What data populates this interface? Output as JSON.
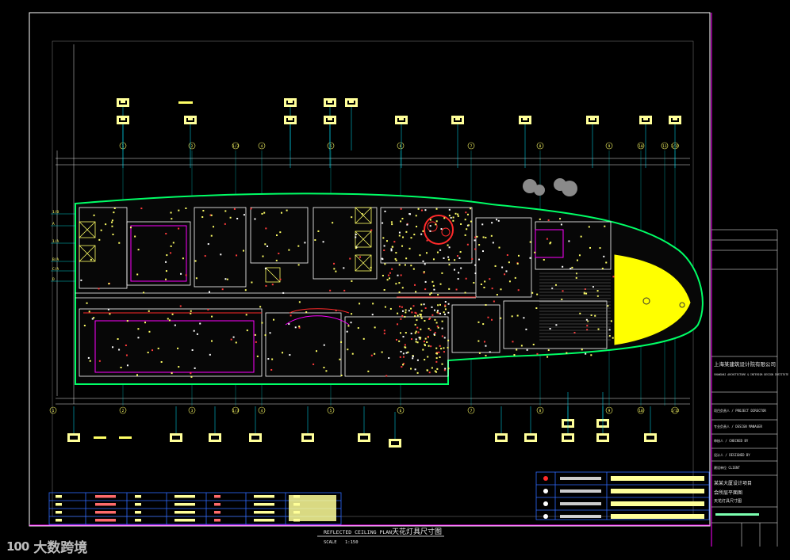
{
  "drawing": {
    "title_en": "REFLECTED CEILING PLAN",
    "title_cn": "天花灯具尺寸图",
    "scale_label": "SCALE",
    "scale_value": "1:150"
  },
  "grid_labels_top": [
    "1",
    "2",
    "1/3",
    "4",
    "5",
    "6",
    "7",
    "8",
    "9",
    "10",
    "11",
    "1/12"
  ],
  "grid_labels_bottom": [
    "1",
    "2",
    "3",
    "1/3",
    "4",
    "5",
    "6",
    "7",
    "8",
    "9",
    "10",
    "1/12"
  ],
  "grid_labels_left": [
    "1/B",
    "A",
    "1/A",
    "B/A",
    "C/A",
    "D"
  ],
  "title_block": {
    "company_cn": "上海某建筑设计院有限公司",
    "company_en": "SHANGHAI ARCHITECTURE & INTERIOR DESIGN INSTITUTE",
    "rows": [
      "项目负责人 / PROJECT DIRECTOR",
      "专业负责人 / DESIGN MANAGER",
      "审核人 / CHECKED BY",
      "设计人 / DESIGNED BY",
      "建设单位 CLIENT"
    ],
    "project_cn": "某某大厦设计项目",
    "drawing_name_cn": "会所层平面图",
    "drawing_name_sub": "天花灯具尺寸图"
  },
  "watermark": {
    "logo": "100",
    "text": "大数跨境"
  },
  "colors": {
    "wall": "#00ff66",
    "accent_yellow": "#ffff00",
    "grid": "#00ffff",
    "frame": "#ff00ff",
    "red": "#ff2a2a"
  }
}
